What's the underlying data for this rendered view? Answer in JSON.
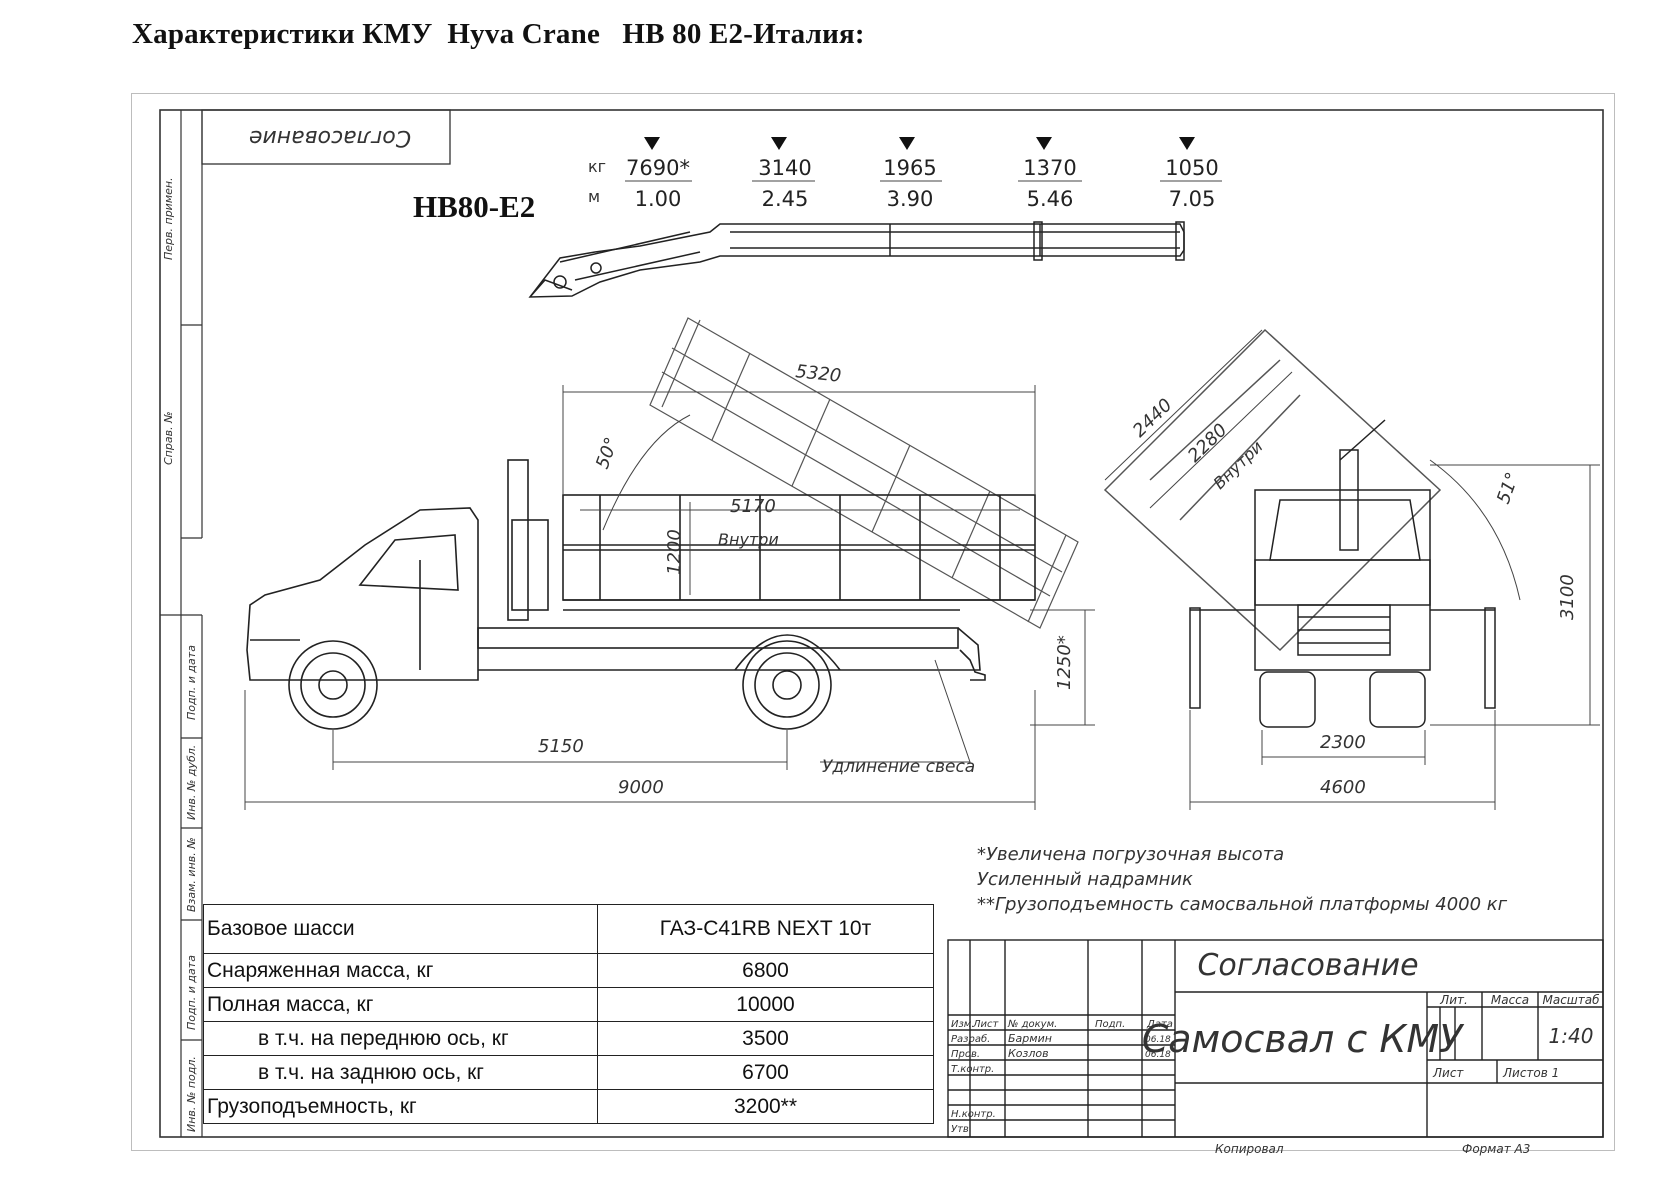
{
  "title": "Характеристики КМУ  Hyva Crane   HB 80 E2-Италия:",
  "crane": {
    "model": "HB80-E2",
    "unit_kg": "кг",
    "unit_m": "м",
    "loads": [
      {
        "kg": "7690*",
        "m": "1.00"
      },
      {
        "kg": "3140",
        "m": "2.45"
      },
      {
        "kg": "1965",
        "m": "3.90"
      },
      {
        "kg": "1370",
        "m": "5.46"
      },
      {
        "kg": "1050",
        "m": "7.05"
      }
    ]
  },
  "stamp_top": "Согласование",
  "side_labels": [
    "Перв. примен.",
    "Справ. №",
    "Подп. и дата",
    "Инв. № дубл.",
    "Взам. инв. №",
    "Подп. и дата",
    "Инв. № подл."
  ],
  "dimensions": {
    "body_length_top": "5320",
    "tilt_angle": "50°",
    "inner_length": "5170",
    "inner_label": "Внутри",
    "side_height": "1200",
    "load_height": "1250*",
    "wheelbase": "5150",
    "overall_length": "9000",
    "overhang_note": "Удлинение свеса",
    "rear_width_outer": "2440",
    "rear_width_inner": "2280",
    "rear_inner_label": "Внутри",
    "rear_angle": "51°",
    "rear_height": "3100",
    "track_width": "2300",
    "outrigger_width": "4600"
  },
  "notes": [
    "*Увеличена погрузочная высота",
    "Усиленный надрамник",
    "**Грузоподъемность самосвальной платформы 4000 кг"
  ],
  "specs": [
    {
      "label": "Базовое шасси",
      "value": "ГАЗ-С41RB NEXT 10т",
      "indent": false
    },
    {
      "label": "Снаряженная масса, кг",
      "value": "6800",
      "indent": false
    },
    {
      "label": "Полная масса, кг",
      "value": "10000",
      "indent": false
    },
    {
      "label": "в т.ч. на переднюю ось, кг",
      "value": "3500",
      "indent": true
    },
    {
      "label": "в т.ч. на заднюю ось, кг",
      "value": "6700",
      "indent": true
    },
    {
      "label": "Грузоподъемность, кг",
      "value": "3200**",
      "indent": false
    }
  ],
  "title_block": {
    "header": "Согласование",
    "name": "Самосвал с КМУ",
    "col_headers": [
      "Лит.",
      "Масса",
      "Масштаб"
    ],
    "scale": "1:40",
    "sheet": "Лист",
    "sheets": "Листов  1",
    "rows": [
      "Изм.",
      "Лист",
      "№ докум.",
      "Подп.",
      "Дата"
    ],
    "roles": [
      "Разраб.",
      "Пров.",
      "Т.контр.",
      "Н.контр.",
      "Утв."
    ],
    "names": [
      "Бармин",
      "Козлов"
    ],
    "dates": [
      "06.18",
      "06.18"
    ],
    "copied": "Копировал",
    "format": "Формат   А3"
  },
  "colors": {
    "ink": "#333333",
    "table_ink": "#222222",
    "frame": "#bdbdbd"
  }
}
